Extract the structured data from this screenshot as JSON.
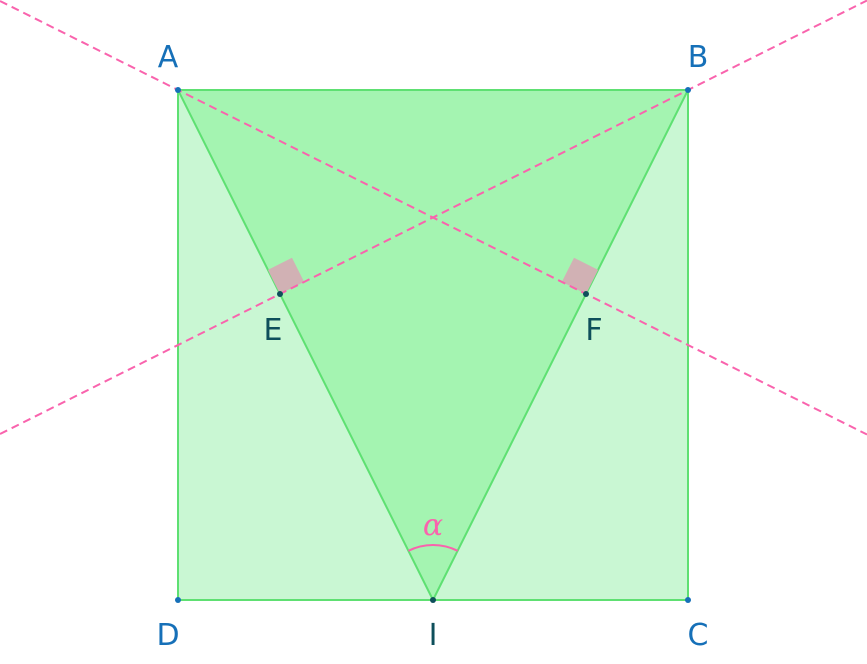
{
  "diagram": {
    "labels": {
      "A": "A",
      "B": "B",
      "C": "C",
      "D": "D",
      "E": "E",
      "F": "F",
      "I": "I"
    },
    "angle_label": "α",
    "colors": {
      "square_fill": "#c9f7d3",
      "triangle_fill": "#a4f4b1",
      "edge": "#5ee072",
      "dashed": "#f963ad",
      "right_angle": "#d1b1b4",
      "vertex_label": "#1670b8",
      "point_label": "#0e4f5b"
    }
  }
}
